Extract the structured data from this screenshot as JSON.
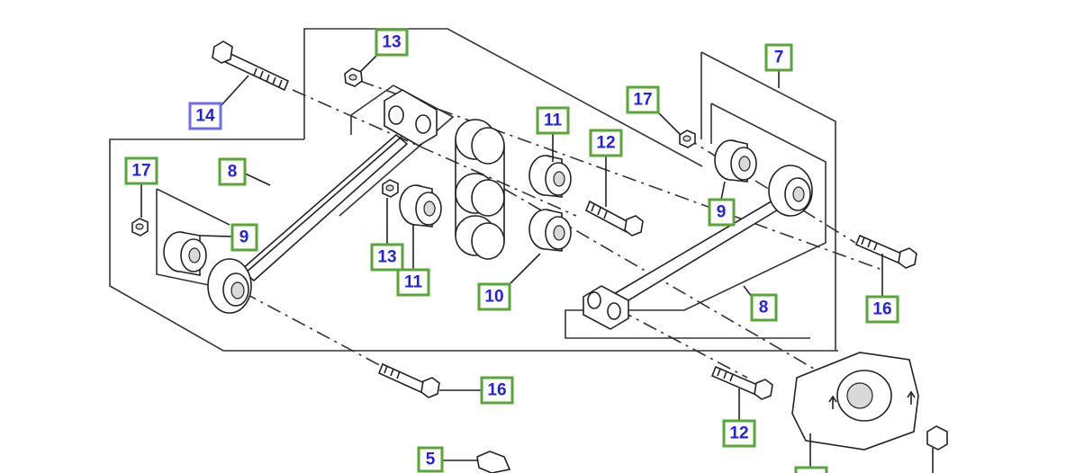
{
  "callouts": [
    {
      "id": "c14",
      "label": "14",
      "selected": true
    },
    {
      "id": "c13a",
      "label": "13"
    },
    {
      "id": "c7",
      "label": "7"
    },
    {
      "id": "c17a",
      "label": "17"
    },
    {
      "id": "c11a",
      "label": "11"
    },
    {
      "id": "c12a",
      "label": "12"
    },
    {
      "id": "c17b",
      "label": "17"
    },
    {
      "id": "c8a",
      "label": "8"
    },
    {
      "id": "c9a",
      "label": "9"
    },
    {
      "id": "c9b",
      "label": "9"
    },
    {
      "id": "c13b",
      "label": "13"
    },
    {
      "id": "c11b",
      "label": "11"
    },
    {
      "id": "c10",
      "label": "10"
    },
    {
      "id": "c16a",
      "label": "16"
    },
    {
      "id": "c8b",
      "label": "8"
    },
    {
      "id": "c16b",
      "label": "16"
    },
    {
      "id": "c12b",
      "label": "12"
    },
    {
      "id": "c5",
      "label": "5"
    }
  ],
  "colors": {
    "callout_border": "#5aa53a",
    "callout_border_selected": "#6b6bf0",
    "callout_text": "#2323d8",
    "line": "#222222"
  }
}
